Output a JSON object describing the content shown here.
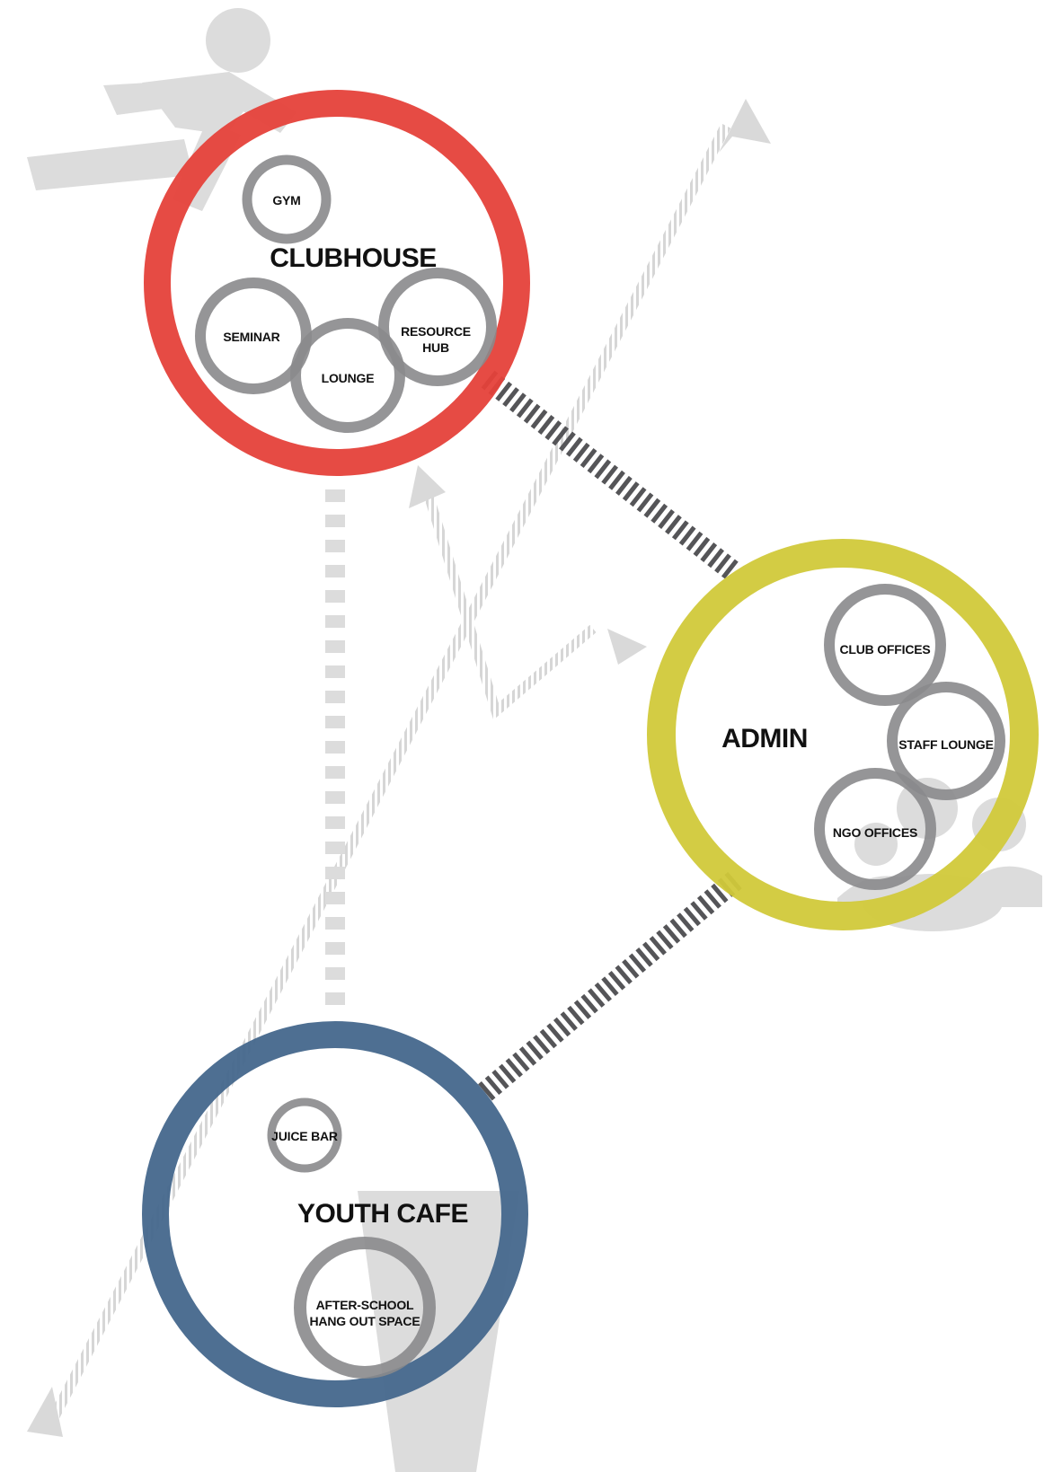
{
  "colors": {
    "clubhouse": "#e5413a",
    "admin": "#d1c93a",
    "youth_cafe": "#44678c",
    "subspace_ring": "#8a8a8c",
    "connector": "#555558",
    "flow_arrow": "#d9d9d9",
    "pictogram": "#dcdcdc"
  },
  "icons": [
    "running-person-icon",
    "people-group-icon",
    "drink-cup-icon"
  ],
  "zones": {
    "clubhouse": {
      "label": "CLUBHOUSE",
      "spaces": {
        "gym": "GYM",
        "seminar": "SEMINAR",
        "lounge": "LOUNGE",
        "resource_hub_line1": "RESOURCE",
        "resource_hub_line2": "HUB"
      }
    },
    "admin": {
      "label": "ADMIN",
      "spaces": {
        "club_offices": "CLUB OFFICES",
        "staff_lounge": "STAFF LOUNGE",
        "ngo_offices": "NGO OFFICES"
      }
    },
    "youth_cafe": {
      "label": "YOUTH CAFE",
      "spaces": {
        "juice_bar": "JUICE BAR",
        "hangout_line1": "AFTER-SCHOOL",
        "hangout_line2": "HANG OUT SPACE"
      }
    }
  }
}
